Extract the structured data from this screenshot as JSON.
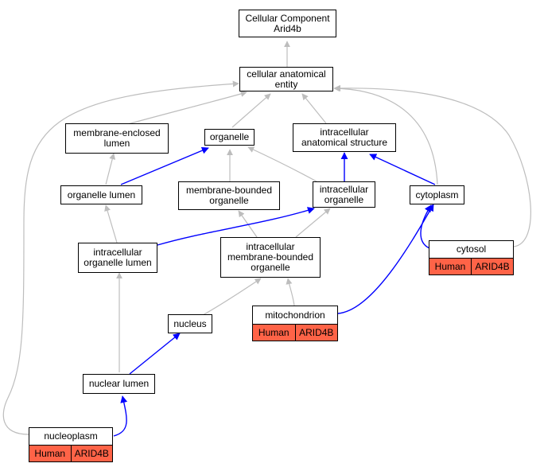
{
  "colors": {
    "is_a_edge": "#bdbdbd",
    "part_of_edge": "#0000ff",
    "annotation_fill": "#ff6347"
  },
  "nodes": {
    "root": "Cellular Component\nArid4b",
    "cae": "cellular anatomical\nentity",
    "mel": "membrane-enclosed\nlumen",
    "org": "organelle",
    "ias": "intracellular\nanatomical structure",
    "orgl": "organelle lumen",
    "mbo": "membrane-bounded\norganelle",
    "io": "intracellular\norganelle",
    "cyto": "cytoplasm",
    "iol": "intracellular\norganelle lumen",
    "imbo": "intracellular\nmembrane-bounded\norganelle",
    "cytosol": "cytosol",
    "nuc": "nucleus",
    "mito": "mitochondrion",
    "nl": "nuclear lumen",
    "np": "nucleoplasm"
  },
  "annotations": {
    "cytosol": [
      "Human",
      "ARID4B"
    ],
    "mito": [
      "Human",
      "ARID4B"
    ],
    "np": [
      "Human",
      "ARID4B"
    ]
  }
}
